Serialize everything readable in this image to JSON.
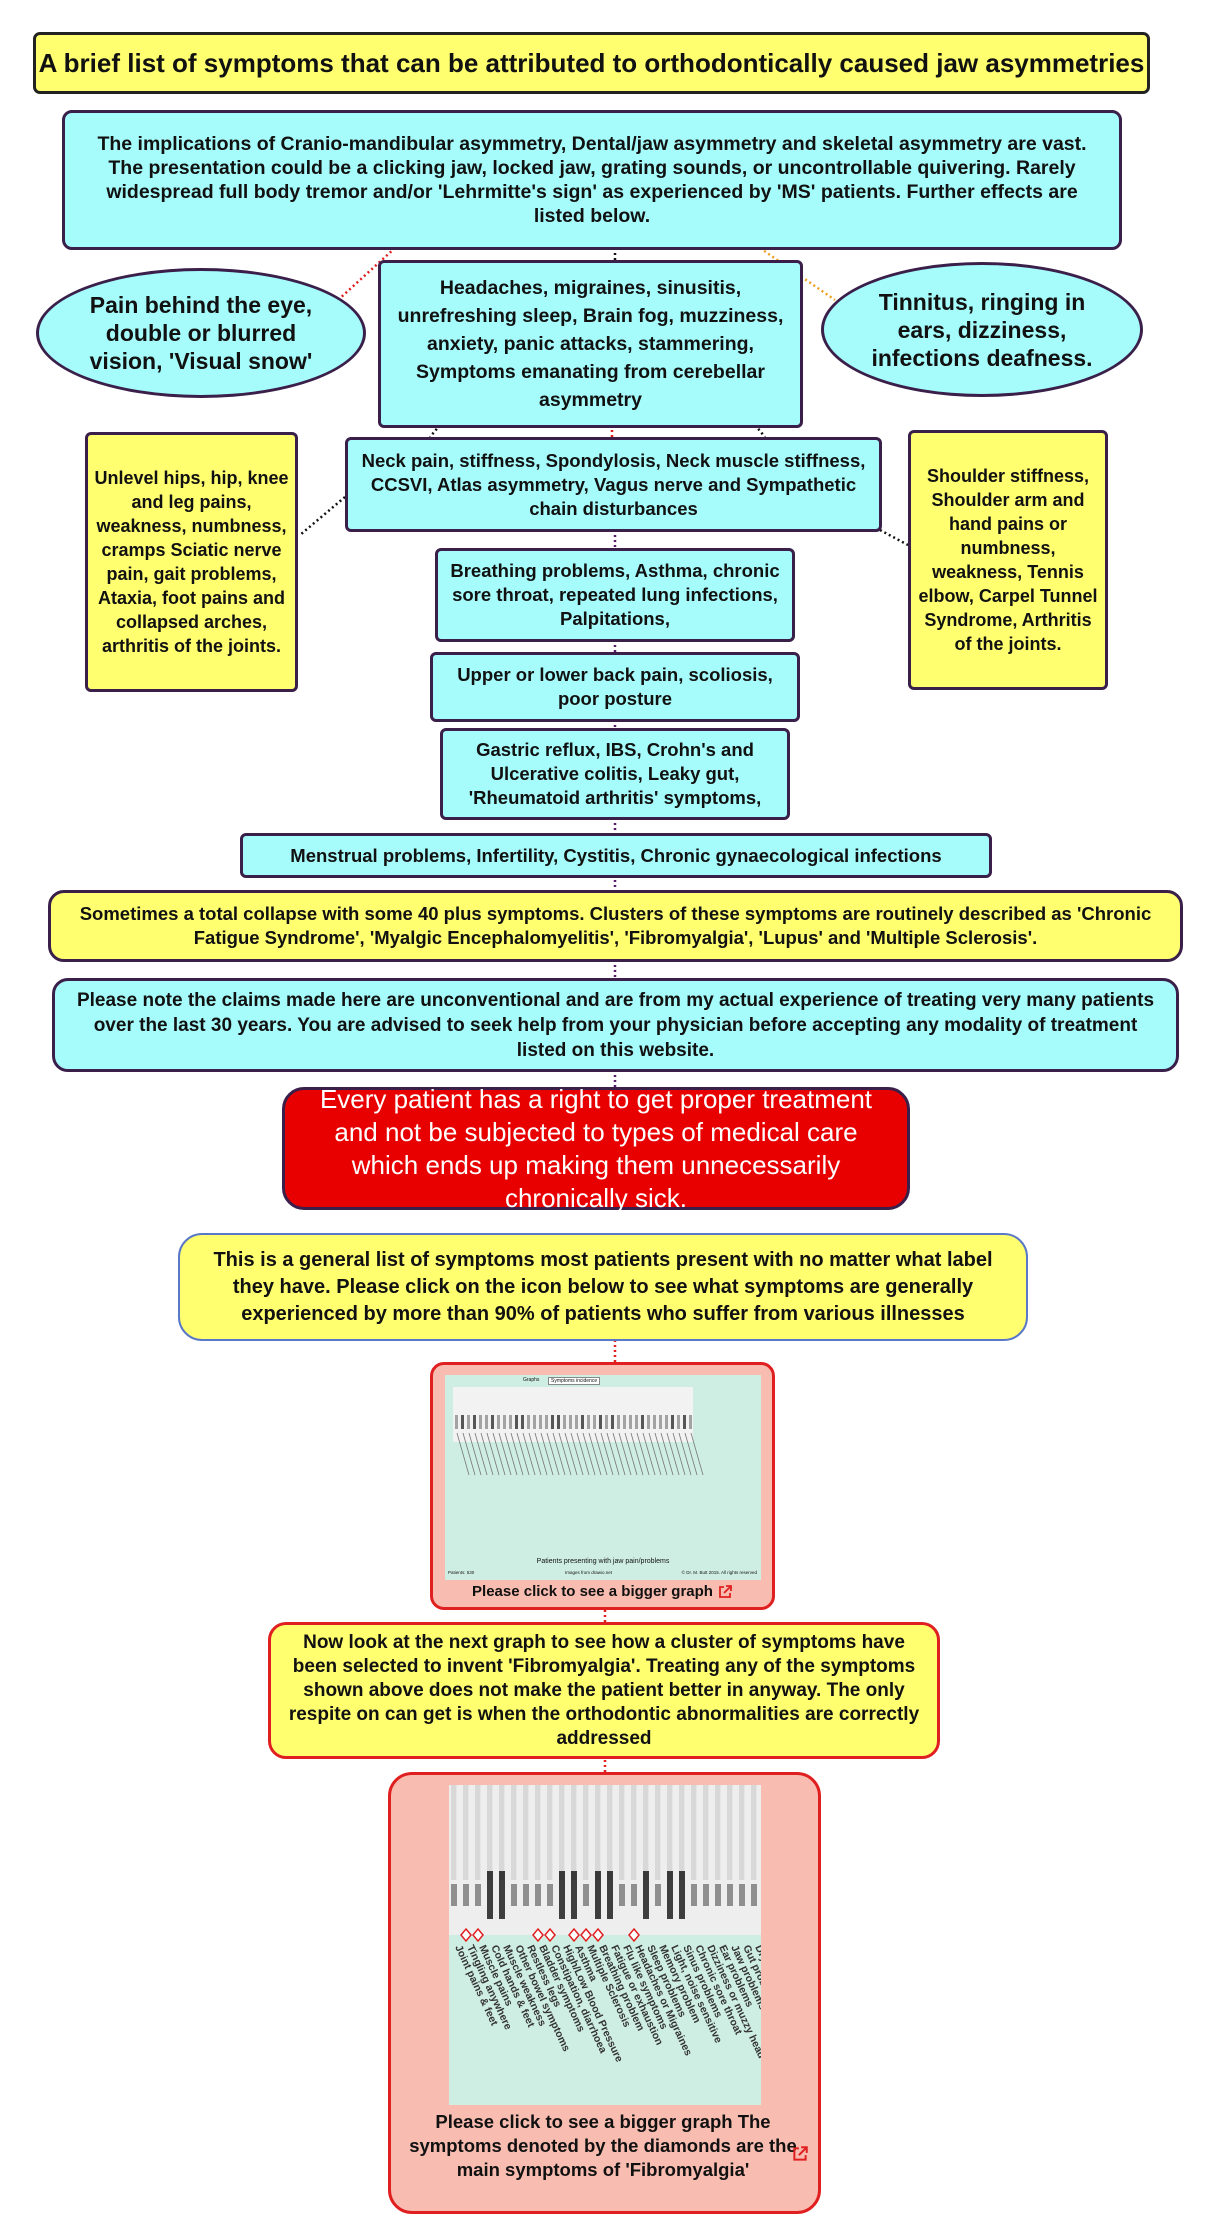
{
  "title": "A brief list of symptoms that can be attributed to orthodontically caused jaw asymmetries",
  "intro": "The implications of Cranio-mandibular asymmetry, Dental/jaw asymmetry and skeletal asymmetry are vast. The presentation could be a clicking jaw, locked jaw, grating sounds, or uncontrollable quivering. Rarely widespread full body tremor and/or 'Lehrmitte's sign' as experienced by 'MS' patients. Further effects are listed below.",
  "eye": "Pain behind the eye, double or blurred vision, 'Visual snow'",
  "ear": "Tinnitus, ringing in ears, dizziness, infections deafness.",
  "head": "Headaches, migraines, sinusitis, unrefreshing sleep, Brain fog, muzziness, anxiety, panic attacks, stammering, Symptoms emanating from cerebellar asymmetry",
  "hips": "Unlevel hips, hip, knee and leg pains, weakness, numbness, cramps Sciatic nerve pain, gait problems, Ataxia, foot pains and collapsed arches, arthritis of the joints.",
  "shoulder": "Shoulder stiffness, Shoulder arm and hand pains or numbness, weakness, Tennis elbow, Carpel Tunnel Syndrome, Arthritis of the joints.",
  "neck": "Neck pain, stiffness, Spondylosis, Neck muscle stiffness, CCSVI, Atlas asymmetry, Vagus nerve and Sympathetic chain disturbances",
  "breathing": "Breathing problems, Asthma, chronic sore throat, repeated lung infections, Palpitations,",
  "back": "Upper or lower back pain, scoliosis, poor posture",
  "gastric": "Gastric reflux, IBS, Crohn's and Ulcerative colitis, Leaky gut, 'Rheumatoid arthritis' symptoms,",
  "menstrual": "Menstrual problems, Infertility, Cystitis, Chronic gynaecological infections",
  "collapse": "Sometimes a total collapse with some 40 plus symptoms. Clusters of these symptoms are routinely described as 'Chronic Fatigue Syndrome', 'Myalgic Encephalomyelitis', 'Fibromyalgia', 'Lupus' and 'Multiple Sclerosis'.",
  "disclaimer": "Please note the claims made here are unconventional and are from my actual experience of treating very many patients over the last 30 years. You are advised to seek help from your physician before accepting any modality of treatment listed on this website.",
  "rights": "Every patient has a right to get proper treatment and not be subjected to types of medical care which ends up making them unnecessarily chronically sick.",
  "general": "This is a general list of symptoms most patients present with no matter what label they have. Please click on the icon below to see what symptoms are generally experienced by more than 90% of patients who suffer from various illnesses",
  "graph1": {
    "caption": "Please click to see a bigger graph",
    "tab_left": "Graphs",
    "tab_right": "Symptoms incidence",
    "bottom_title": "Patients presenting with jaw pain/problems",
    "bottom_left": "Patients: 530",
    "bottom_mid": "Images from drawio.net",
    "bottom_right": "© Dr. M. Butt 2015. All rights reserved"
  },
  "next": "Now look at the next graph to see how a cluster of symptoms have been selected to invent 'Fibromyalgia'. Treating any of the symptoms shown above does not make the patient better in anyway. The only respite on can get is when the orthodontic abnormalities are correctly addressed",
  "graph2": {
    "caption": "Please click to see a bigger graph The symptoms denoted by the diamonds are the main symptoms of 'Fibromyalgia'",
    "labels": [
      "Joint pains & feet",
      "Tingling anywhere",
      "Muscle pains",
      "Cold hands & feet",
      "Muscle weakness",
      "Other bowel symptoms",
      "Restless legs",
      "Bladder symptoms",
      "Constipation, diarrhoea",
      "High/Low Blood Pressure",
      "Asthma",
      "Multiple Sclerosis",
      "Breathing problem",
      "Fatigue or exhaustion",
      "Flu like symptoms",
      "Headaches or Migraines",
      "Sleep problems",
      "Memory problem",
      "Light, noise sensitive",
      "Sinus problems",
      "Chronic sore throat",
      "Dizziness or muzzy head",
      "Ear problems",
      "Jaw problems",
      "Gut problems",
      "Dry eyes"
    ]
  },
  "colors": {
    "cyan": "#a6fbfb",
    "yellow": "#ffff70",
    "red": "#e80000",
    "salmon": "#f8bdb0",
    "border": "#3a1f4a"
  }
}
